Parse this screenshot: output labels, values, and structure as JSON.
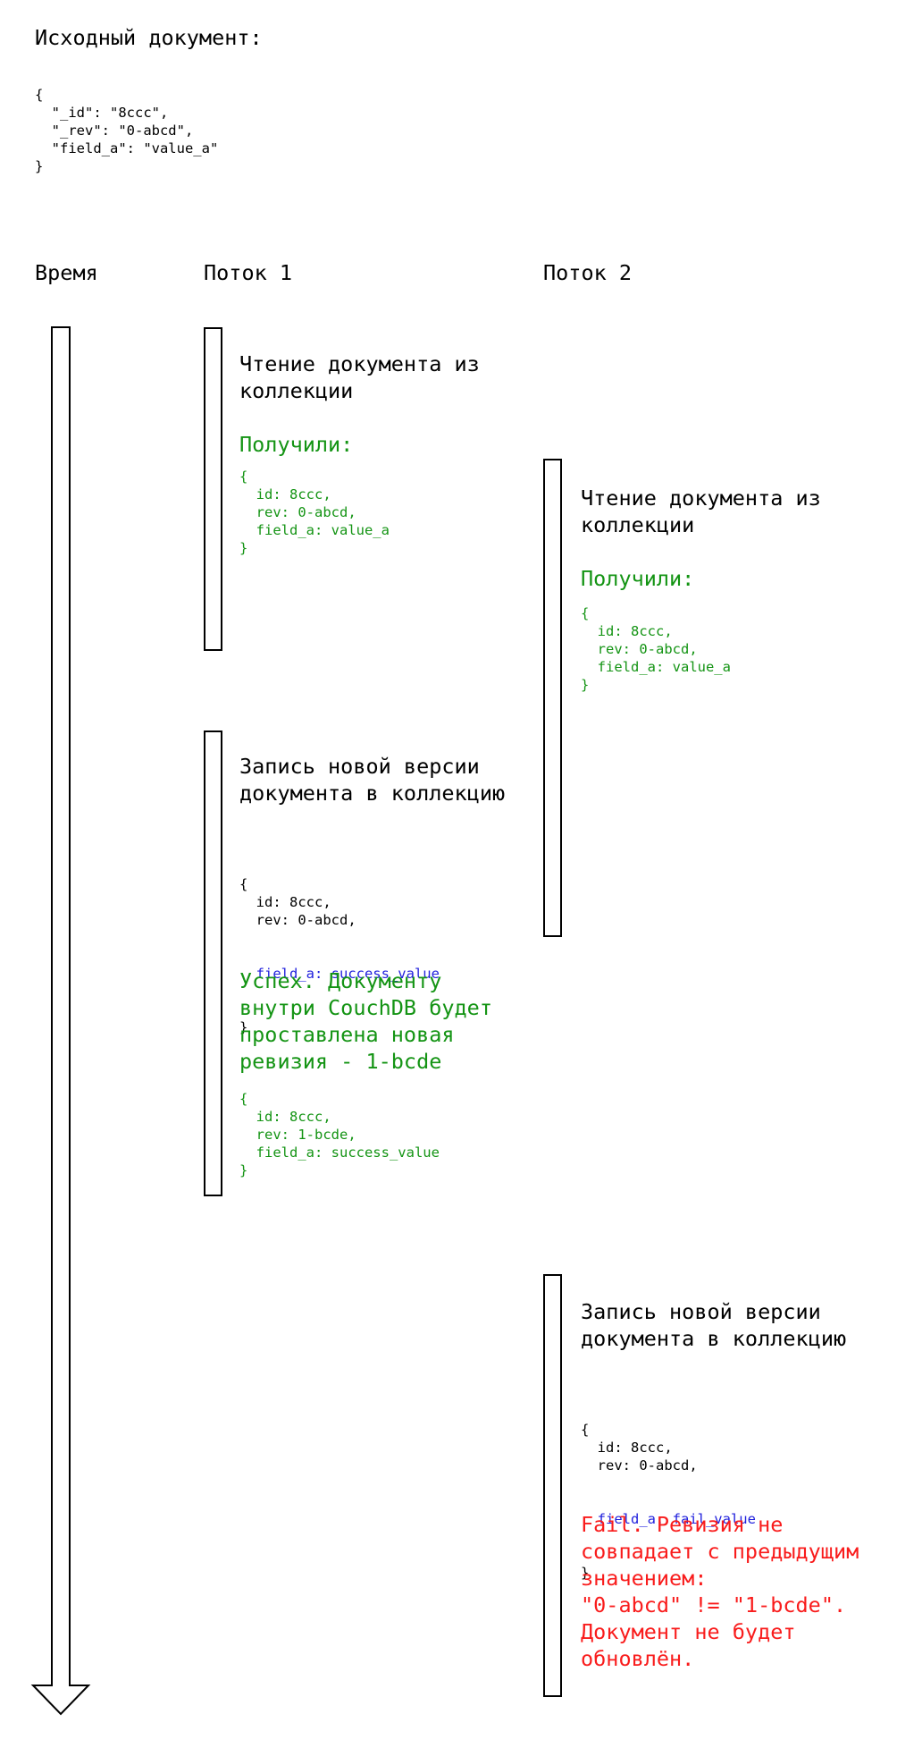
{
  "colors": {
    "ink": "#000000",
    "green": "#149414",
    "blue": "#2121dd",
    "red": "#f91c1c",
    "background": "#ffffff"
  },
  "intro": {
    "title": "Исходный документ:",
    "json": "{\n  \"_id\": \"8ccc\",\n  \"_rev\": \"0-abcd\",\n  \"field_a\": \"value_a\"\n}"
  },
  "headers": {
    "time": "Время",
    "thread1": "Поток 1",
    "thread2": "Поток 2"
  },
  "thread1": {
    "read": {
      "action": "Чтение документа из\nколлекции",
      "result_label": "Получили:",
      "result_json": "{\n  id: 8ccc,\n  rev: 0-abcd,\n  field_a: value_a\n}"
    },
    "write": {
      "action": "Запись новой версии\nдокумента в коллекцию",
      "json_head": "{\n  id: 8ccc,\n  rev: 0-abcd,",
      "json_changed_line": "  field_a: success_value",
      "json_tail": "}",
      "status": "Успех. Документу\nвнутри CouchDB будет\nпроставлена новая\nревизия - 1-bcde",
      "new_revision_json": "{\n  id: 8ccc,\n  rev: 1-bcde,\n  field_a: success_value\n}"
    }
  },
  "thread2": {
    "read": {
      "action": "Чтение документа из\nколлекции",
      "result_label": "Получили:",
      "result_json": "{\n  id: 8ccc,\n  rev: 0-abcd,\n  field_a: value_a\n}"
    },
    "write": {
      "action": "Запись новой версии\nдокумента в коллекцию",
      "json_head": "{\n  id: 8ccc,\n  rev: 0-abcd,",
      "json_changed_line": "  field_a: fail_value",
      "json_tail": "}",
      "status": "Fail. Ревизия не\nсовпадает с предыдущим\nзначением:\n\"0-abcd\" != \"1-bcde\".\nДокумент не будет\nобновлён."
    }
  }
}
